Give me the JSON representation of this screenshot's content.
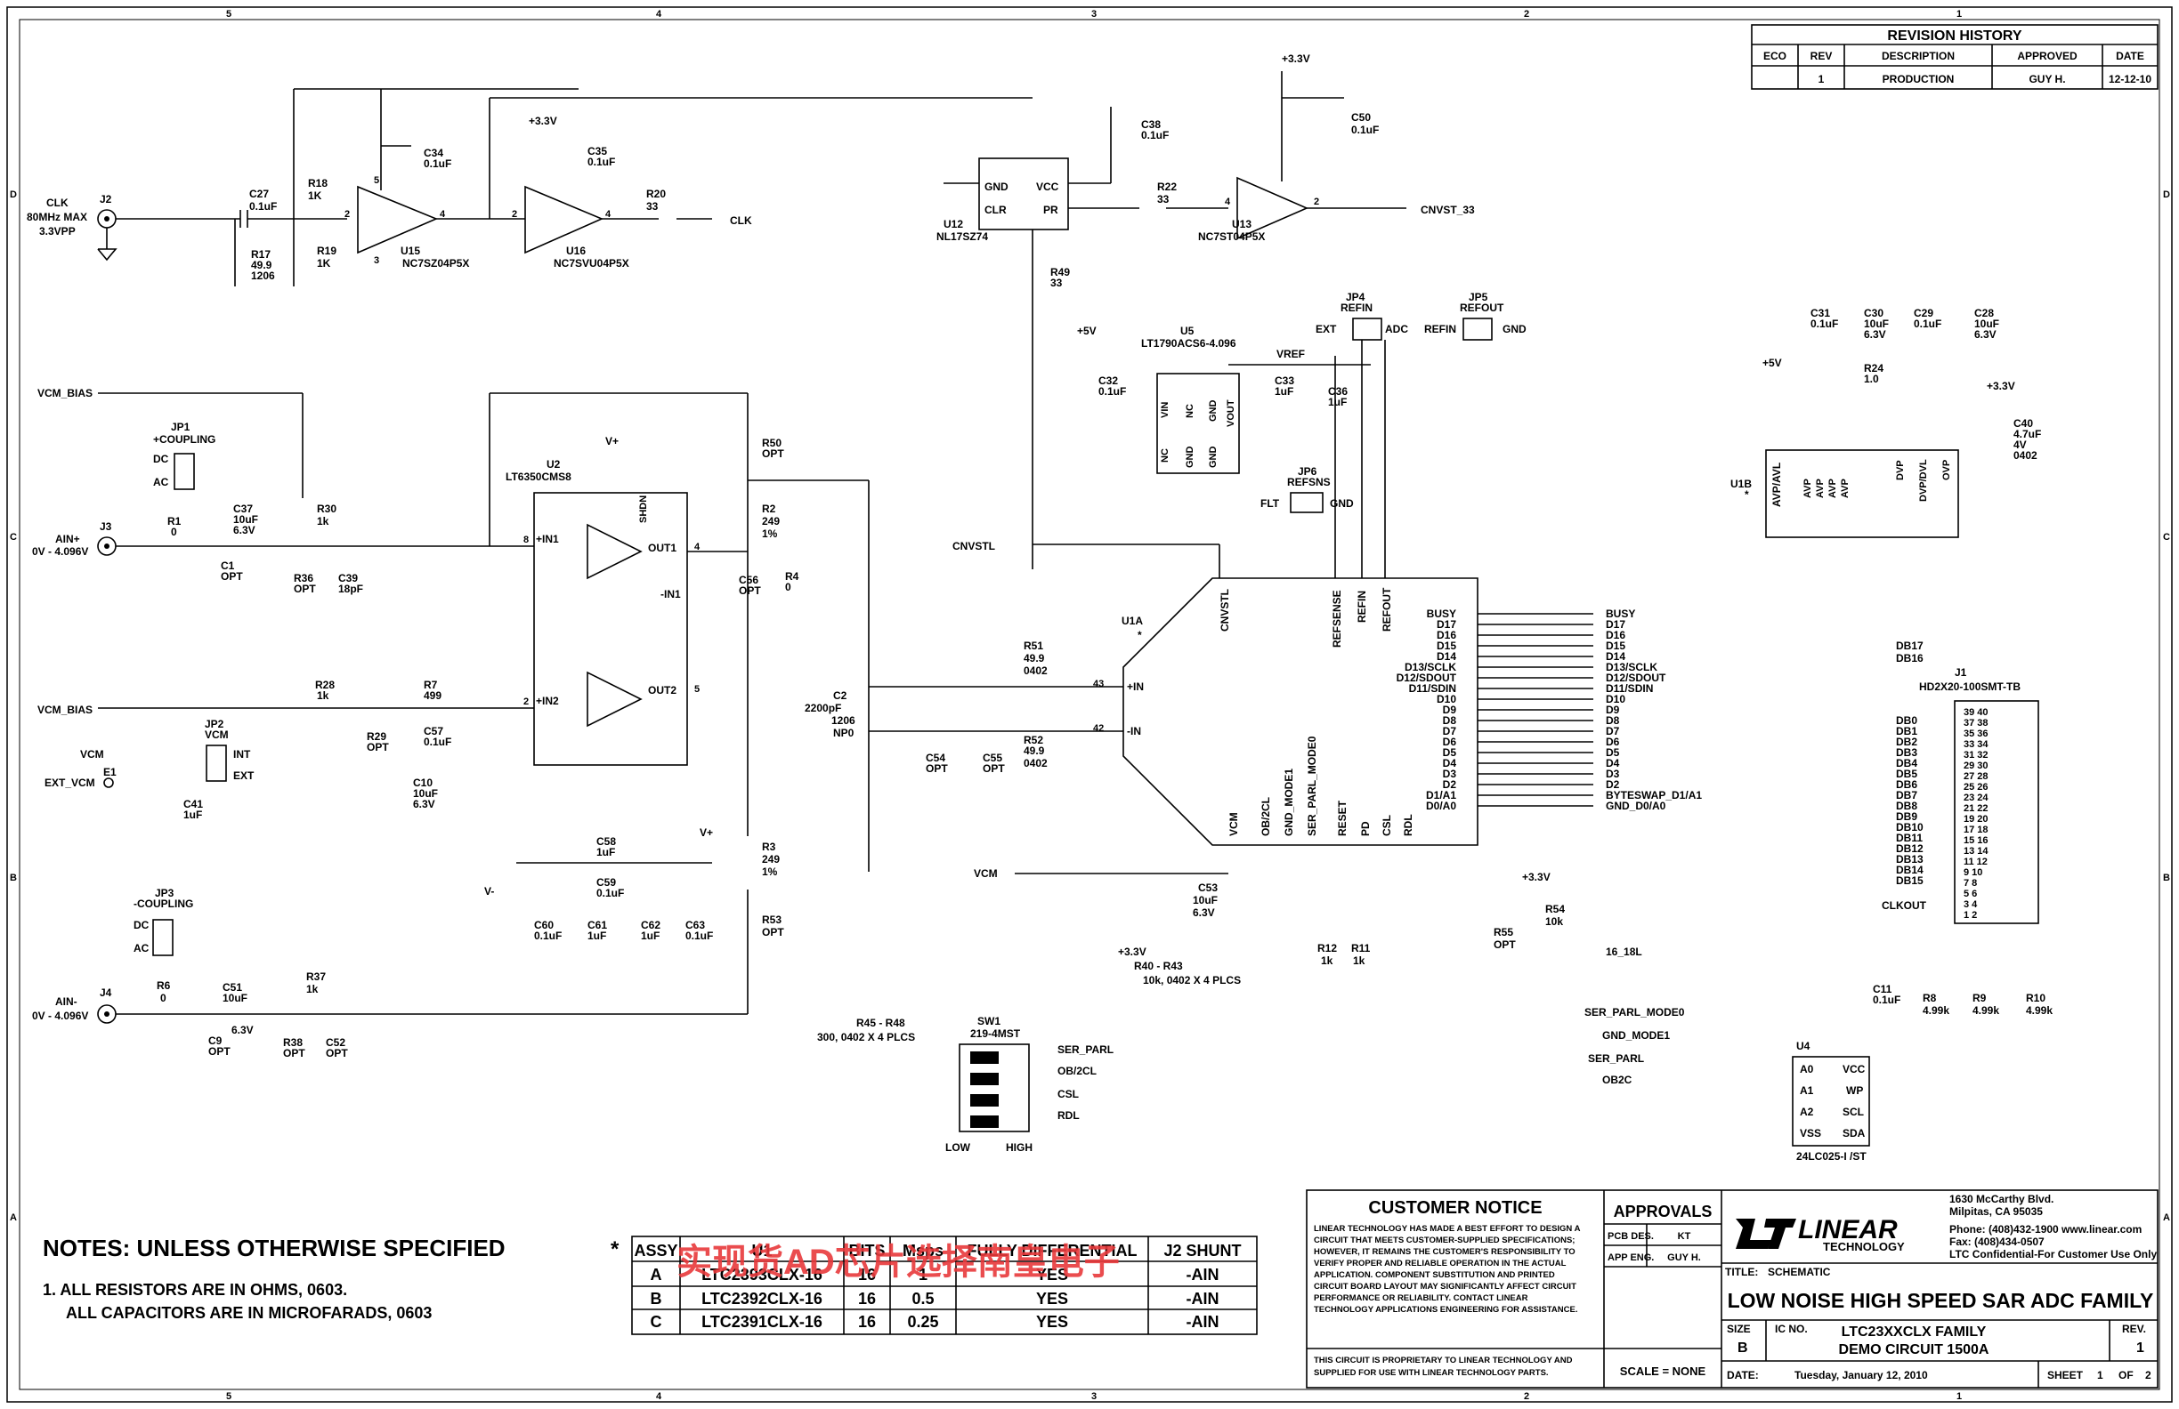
{
  "watermark": "实现货AD芯片选择南皇电子",
  "border_cols": [
    "5",
    "4",
    "3",
    "2",
    "1"
  ],
  "border_rows": [
    "D",
    "C",
    "B",
    "A"
  ],
  "revision_history": {
    "title": "REVISION HISTORY",
    "headers": [
      "ECO",
      "REV",
      "DESCRIPTION",
      "APPROVED",
      "DATE"
    ],
    "row": [
      "",
      "1",
      "PRODUCTION",
      "GUY H.",
      "12-12-10"
    ]
  },
  "notes": {
    "heading": "NOTES: UNLESS OTHERWISE SPECIFIED",
    "line1": "1.  ALL RESISTORS ARE IN OHMS, 0603.",
    "line2": "ALL CAPACITORS ARE IN MICROFARADS, 0603"
  },
  "assy_table": {
    "star": "*",
    "headers": [
      "ASSY",
      "U1",
      "BITS",
      "Msps",
      "FULLY DIFFERENTIAL",
      "J2 SHUNT"
    ],
    "rows": [
      [
        "A",
        "LTC2393CLX-16",
        "16",
        "1",
        "YES",
        "-AIN"
      ],
      [
        "B",
        "LTC2392CLX-16",
        "16",
        "0.5",
        "YES",
        "-AIN"
      ],
      [
        "C",
        "LTC2391CLX-16",
        "16",
        "0.25",
        "YES",
        "-AIN"
      ]
    ]
  },
  "customer_notice": {
    "title": "CUSTOMER NOTICE",
    "lines": [
      "LINEAR TECHNOLOGY HAS MADE A BEST EFFORT TO DESIGN A",
      "CIRCUIT THAT MEETS CUSTOMER-SUPPLIED SPECIFICATIONS;",
      "HOWEVER, IT REMAINS THE CUSTOMER'S RESPONSIBILITY TO",
      "VERIFY PROPER AND RELIABLE OPERATION IN THE ACTUAL",
      "APPLICATION. COMPONENT SUBSTITUTION AND PRINTED",
      "CIRCUIT BOARD LAYOUT MAY SIGNIFICANTLY AFFECT CIRCUIT",
      "PERFORMANCE OR RELIABILITY. CONTACT LINEAR",
      "TECHNOLOGY APPLICATIONS ENGINEERING FOR ASSISTANCE."
    ],
    "proprietary1": "THIS CIRCUIT IS PROPRIETARY TO LINEAR TECHNOLOGY AND",
    "proprietary2": "SUPPLIED FOR USE WITH LINEAR TECHNOLOGY PARTS."
  },
  "approvals": {
    "title": "APPROVALS",
    "pcb_des_label": "PCB DES.",
    "pcb_des": "KT",
    "app_eng_label": "APP ENG.",
    "app_eng": "GUY H.",
    "scale": "SCALE = NONE"
  },
  "company": {
    "logo": "LINEAR",
    "logo_sub": "TECHNOLOGY",
    "addr1": "1630 McCarthy Blvd.",
    "addr2": "Milpitas, CA 95035",
    "phone": "Phone: (408)432-1900  www.linear.com",
    "fax": "Fax: (408)434-0507",
    "confidential": "LTC Confidential-For Customer Use Only"
  },
  "title_block": {
    "title_label": "TITLE:",
    "title_value": "SCHEMATIC",
    "main_title": "LOW NOISE HIGH SPEED SAR ADC FAMILY",
    "size_label": "SIZE",
    "size": "B",
    "icno_label": "IC NO.",
    "ic1": "LTC23XXCLX FAMILY",
    "ic2": "DEMO CIRCUIT 1500A",
    "rev_label": "REV.",
    "rev": "1",
    "date_label": "DATE:",
    "date": "Tuesday, January 12, 2010",
    "sheet": "SHEET",
    "sheet_num": "1",
    "of": "OF",
    "sheet_total": "2"
  },
  "colors": {
    "ink": "#000000",
    "watermark": "#e8393b"
  }
}
